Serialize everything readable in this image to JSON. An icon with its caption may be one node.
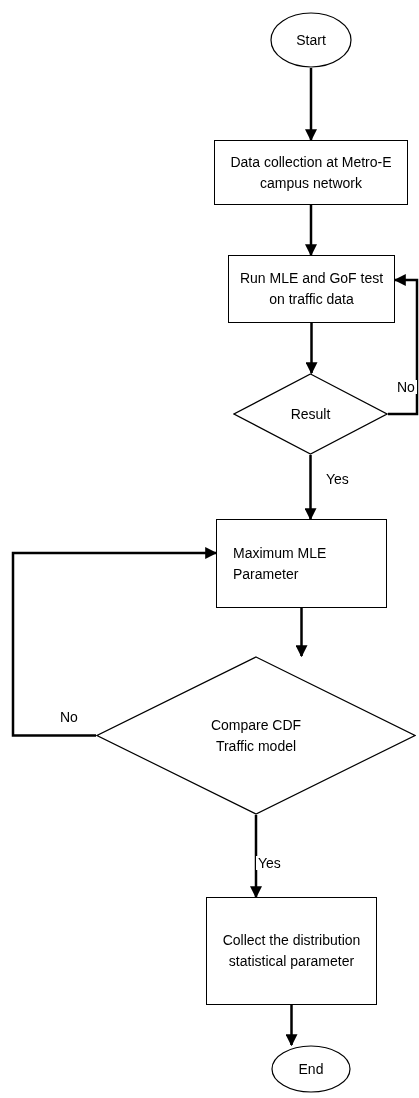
{
  "diagram": {
    "nodes": [
      {
        "text": [
          "Start"
        ]
      },
      {
        "text": [
          "Data collection at Metro-E campus network"
        ]
      },
      {
        "text": [
          "Run MLE and GoF test on traffic data"
        ]
      },
      {
        "text": [
          "Result"
        ]
      },
      {
        "text": [
          "Maximum MLE Parameter"
        ]
      },
      {
        "text": [
          "Compare CDF Traffic model"
        ]
      },
      {
        "text": [
          "Collect the distribution statistical parameter"
        ]
      },
      {
        "text": [
          "End"
        ]
      }
    ],
    "edges": [
      {
        "from": 0,
        "to": 1,
        "arrow": "to"
      },
      {
        "from": 1,
        "to": 2,
        "arrow": "to"
      },
      {
        "from": 2,
        "to": 3,
        "arrow": "to"
      },
      {
        "from": 3,
        "to": 2,
        "arrow": "to",
        "label": "No"
      },
      {
        "from": 3,
        "to": 4,
        "arrow": "to",
        "label": "Yes"
      },
      {
        "from": 4,
        "to": 5,
        "arrow": "to"
      },
      {
        "from": 5,
        "to": 4,
        "arrow": "to",
        "label": "No"
      },
      {
        "from": 5,
        "to": 6,
        "arrow": "to",
        "label": "Yes"
      },
      {
        "from": 6,
        "to": 7,
        "arrow": "to"
      }
    ]
  }
}
